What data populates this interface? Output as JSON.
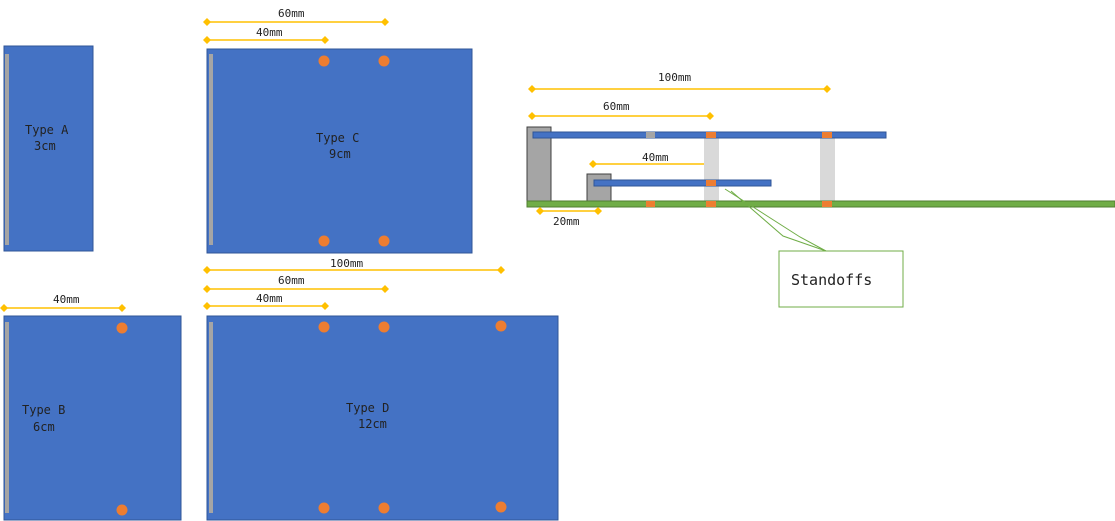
{
  "colors": {
    "board": "#4472c4",
    "board_edge": "#2f5597",
    "hole": "#ed7d31",
    "bracket": "#a5a5a5",
    "dimension": "#ffc000",
    "mainboard": "#70ad47",
    "standoff": "#d9d9d9",
    "callout_border": "#70ad47"
  },
  "boards": {
    "a": {
      "name": "Type A",
      "size": "3cm"
    },
    "b": {
      "name": "Type B",
      "size": "6cm",
      "dim_40": "40mm"
    },
    "c": {
      "name": "Type C",
      "size": "9cm",
      "dim_60": "60mm",
      "dim_40": "40mm"
    },
    "d": {
      "name": "Type D",
      "size": "12cm",
      "dim_100": "100mm",
      "dim_60": "60mm",
      "dim_40": "40mm"
    }
  },
  "side_view": {
    "dim_100": "100mm",
    "dim_60": "60mm",
    "dim_40": "40mm",
    "dim_20": "20mm",
    "callout": "Standoffs"
  }
}
